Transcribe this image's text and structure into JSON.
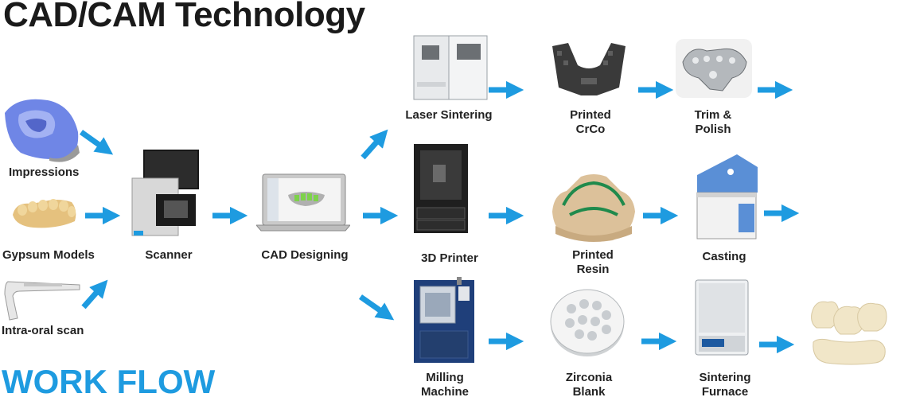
{
  "title": "CAD/CAM Technology",
  "footer": "WORK FLOW",
  "accent_color": "#1e9be0",
  "inputs": [
    {
      "key": "impressions",
      "label": "Impressions",
      "icon": "dental-impression-icon"
    },
    {
      "key": "gypsum",
      "label": "Gypsum Models",
      "icon": "gypsum-model-icon"
    },
    {
      "key": "intraoral",
      "label": "Intra-oral scan",
      "icon": "intraoral-scanner-icon"
    }
  ],
  "steps": {
    "scanner": {
      "label": "Scanner",
      "icon": "scanner-icon"
    },
    "cad": {
      "label": "CAD Designing",
      "icon": "laptop-icon"
    },
    "laser": {
      "label": "Laser Sintering",
      "icon": "laser-sintering-machine-icon"
    },
    "printed_crco": {
      "line1": "Printed",
      "line2": "CrCo",
      "icon": "printed-framework-icon"
    },
    "trim": {
      "line1": "Trim &",
      "line2": "Polish",
      "icon": "polished-framework-icon"
    },
    "printer3d": {
      "label": "3D Printer",
      "icon": "3d-printer-icon"
    },
    "printed_resin": {
      "line1": "Printed",
      "line2": "Resin",
      "icon": "resin-model-icon"
    },
    "casting": {
      "label": "Casting",
      "icon": "casting-machine-icon"
    },
    "milling": {
      "line1": "Milling",
      "line2": "Machine",
      "icon": "milling-machine-icon"
    },
    "zirconia": {
      "line1": "Zirconia",
      "line2": "Blank",
      "icon": "zirconia-disc-icon"
    },
    "sintering": {
      "line1": "Sintering",
      "line2": "Furnace",
      "icon": "sintering-furnace-icon"
    },
    "final": {
      "icon": "zirconia-crowns-icon"
    }
  }
}
